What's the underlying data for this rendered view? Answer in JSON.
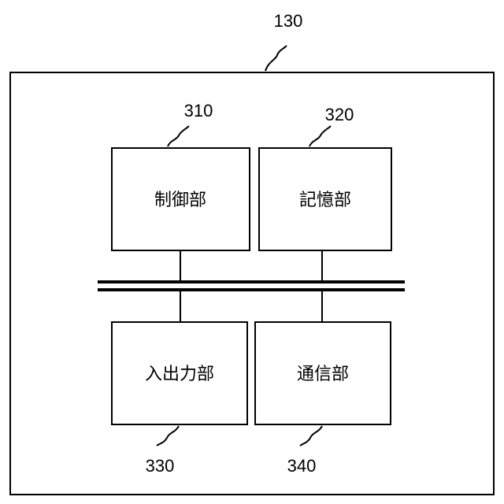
{
  "device": {
    "ref": "130"
  },
  "blocks": [
    {
      "id": "control",
      "ref": "310",
      "label": "制御部"
    },
    {
      "id": "storage",
      "ref": "320",
      "label": "記憶部"
    },
    {
      "id": "io",
      "ref": "330",
      "label": "入出力部"
    },
    {
      "id": "comm",
      "ref": "340",
      "label": "通信部"
    }
  ]
}
